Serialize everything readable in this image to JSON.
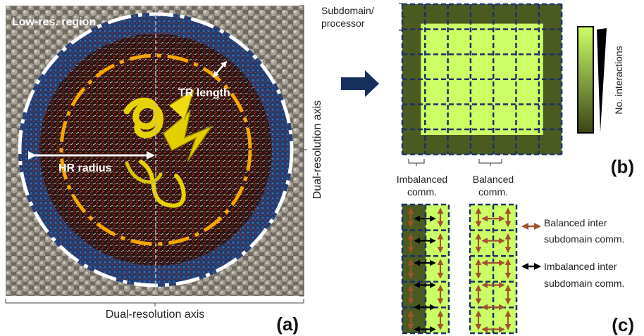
{
  "panel_a": {
    "low_res_label": "Low-res. region",
    "tr_length_label": "TR length",
    "hr_radius_label": "HR radius",
    "axis_bottom_label": "Dual-resolution axis",
    "axis_right_label": "Dual-resolution axis",
    "panel_tag": "(a)"
  },
  "panel_b": {
    "subdomain_label_line1": "Subdomain/",
    "subdomain_label_line2": "processor",
    "legend_label": "No. interactions",
    "imbalanced_line1": "Imbalanced",
    "imbalanced_line2": "comm.",
    "balanced_line1": "Balanced",
    "balanced_line2": "comm.",
    "panel_tag": "(b)"
  },
  "panel_c": {
    "legend_balanced_line1": "Balanced inter",
    "legend_balanced_line2": "subdomain comm.",
    "legend_imbalanced_line1": "Imbalanced inter",
    "legend_imbalanced_line2": "subdomain comm.",
    "panel_tag": "(c)"
  },
  "colors": {
    "dark_green": "#4b5a20",
    "light_green": "#ccff66",
    "grid_dash": "#1b3266",
    "arrow_blue": "#18305e",
    "orange_dash": "#f5a800",
    "balanced_arrow": "#a0522d",
    "imbalanced_arrow": "#000000"
  }
}
